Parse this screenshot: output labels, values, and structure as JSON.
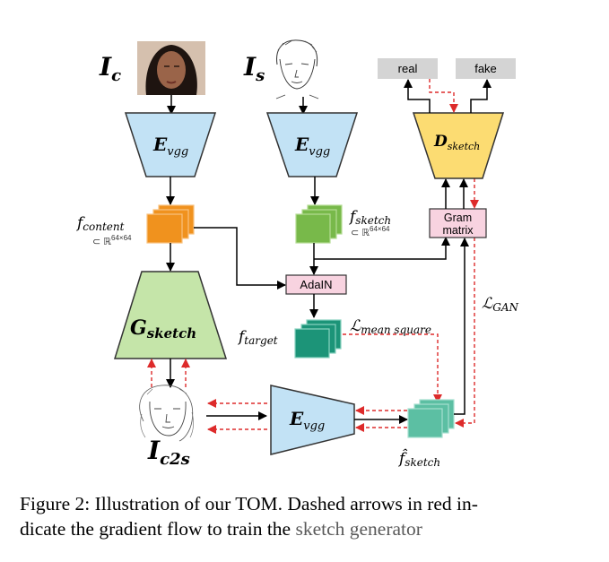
{
  "figure": {
    "inputs": {
      "content_image_label": "I",
      "content_image_sub": "c",
      "sketch_image_label": "I",
      "sketch_image_sub": "s"
    },
    "encoders": {
      "content_encoder": {
        "main": "E",
        "sub": "vgg"
      },
      "style_encoder": {
        "main": "E",
        "sub": "vgg"
      },
      "bottom_encoder": {
        "main": "E",
        "sub": "vgg"
      }
    },
    "discriminator": {
      "main": "D",
      "sub": "sketch"
    },
    "generator": {
      "main": "G",
      "sub": "sketch"
    },
    "outputs": {
      "real": "real",
      "fake": "fake"
    },
    "gram": {
      "line1": "Gram",
      "line2": "matrix"
    },
    "adain": "AdaIN",
    "features": {
      "content": {
        "main": "f",
        "sub": "content",
        "space": "⊂ ℝ",
        "dim": "64×64"
      },
      "sketch": {
        "main": "f",
        "sub": "sketch",
        "space": "⊂ ℝ",
        "dim": "64×64"
      },
      "target": {
        "main": "f",
        "sub": "target"
      },
      "sketch_hat": {
        "main": "f̂",
        "sub": "sketch"
      }
    },
    "losses": {
      "mean_square": {
        "main": "ℒ",
        "sub": "mean square"
      },
      "gan": {
        "main": "ℒ",
        "sub": "GAN"
      }
    },
    "output_image": {
      "main": "I",
      "sub": "c2s"
    },
    "colors": {
      "encoder_fill": "#c2e2f5",
      "discriminator_fill": "#fcdc72",
      "generator_fill": "#c5e5a9",
      "content_feature": "#f0921e",
      "sketch_feature": "#78b94a",
      "target_feature": "#1c9478",
      "sketch_hat_feature": "#5cbfa3",
      "box_pink": "#f8d3e0",
      "label_gray": "#d4d4d4",
      "gradient_red": "#dd2b2b"
    }
  },
  "caption": {
    "line1": "Figure 2: Illustration of our TOM. Dashed arrows in red in-",
    "line2_start": "dicate the gradient flow to train the ",
    "line2_faded": "sketch generator"
  }
}
